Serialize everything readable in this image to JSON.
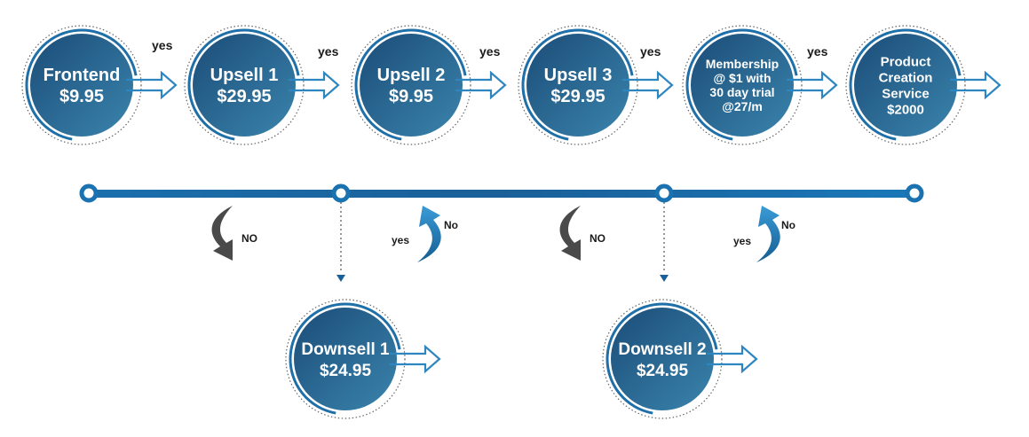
{
  "nodes": [
    {
      "id": "frontend",
      "lines": [
        "Frontend",
        "$9.95"
      ]
    },
    {
      "id": "upsell-1",
      "lines": [
        "Upsell 1",
        "$29.95"
      ]
    },
    {
      "id": "upsell-2",
      "lines": [
        "Upsell 2",
        "$9.95"
      ]
    },
    {
      "id": "upsell-3",
      "lines": [
        "Upsell 3",
        "$29.95"
      ]
    },
    {
      "id": "membership",
      "lines": [
        "Membership",
        "@ $1 with",
        "30 day trial",
        "@27/m"
      ]
    },
    {
      "id": "product-creation",
      "lines": [
        "Product",
        "Creation",
        "Service",
        "$2000"
      ]
    },
    {
      "id": "downsell-1",
      "lines": [
        "Downsell 1",
        "$24.95"
      ]
    },
    {
      "id": "downsell-2",
      "lines": [
        "Downsell 2",
        "$24.95"
      ]
    }
  ],
  "labels": {
    "yes": "yes",
    "no_upper": "NO",
    "no_mixed": "No"
  },
  "colors": {
    "circle_dark": "#1a4f7a",
    "circle_light": "#2f7aa6",
    "ring": "#1f6fa8",
    "arrow": "#2e86c1",
    "timeline": "#1a72b0",
    "no_arrow": "#4a4a4a",
    "dotted": "#555555"
  }
}
